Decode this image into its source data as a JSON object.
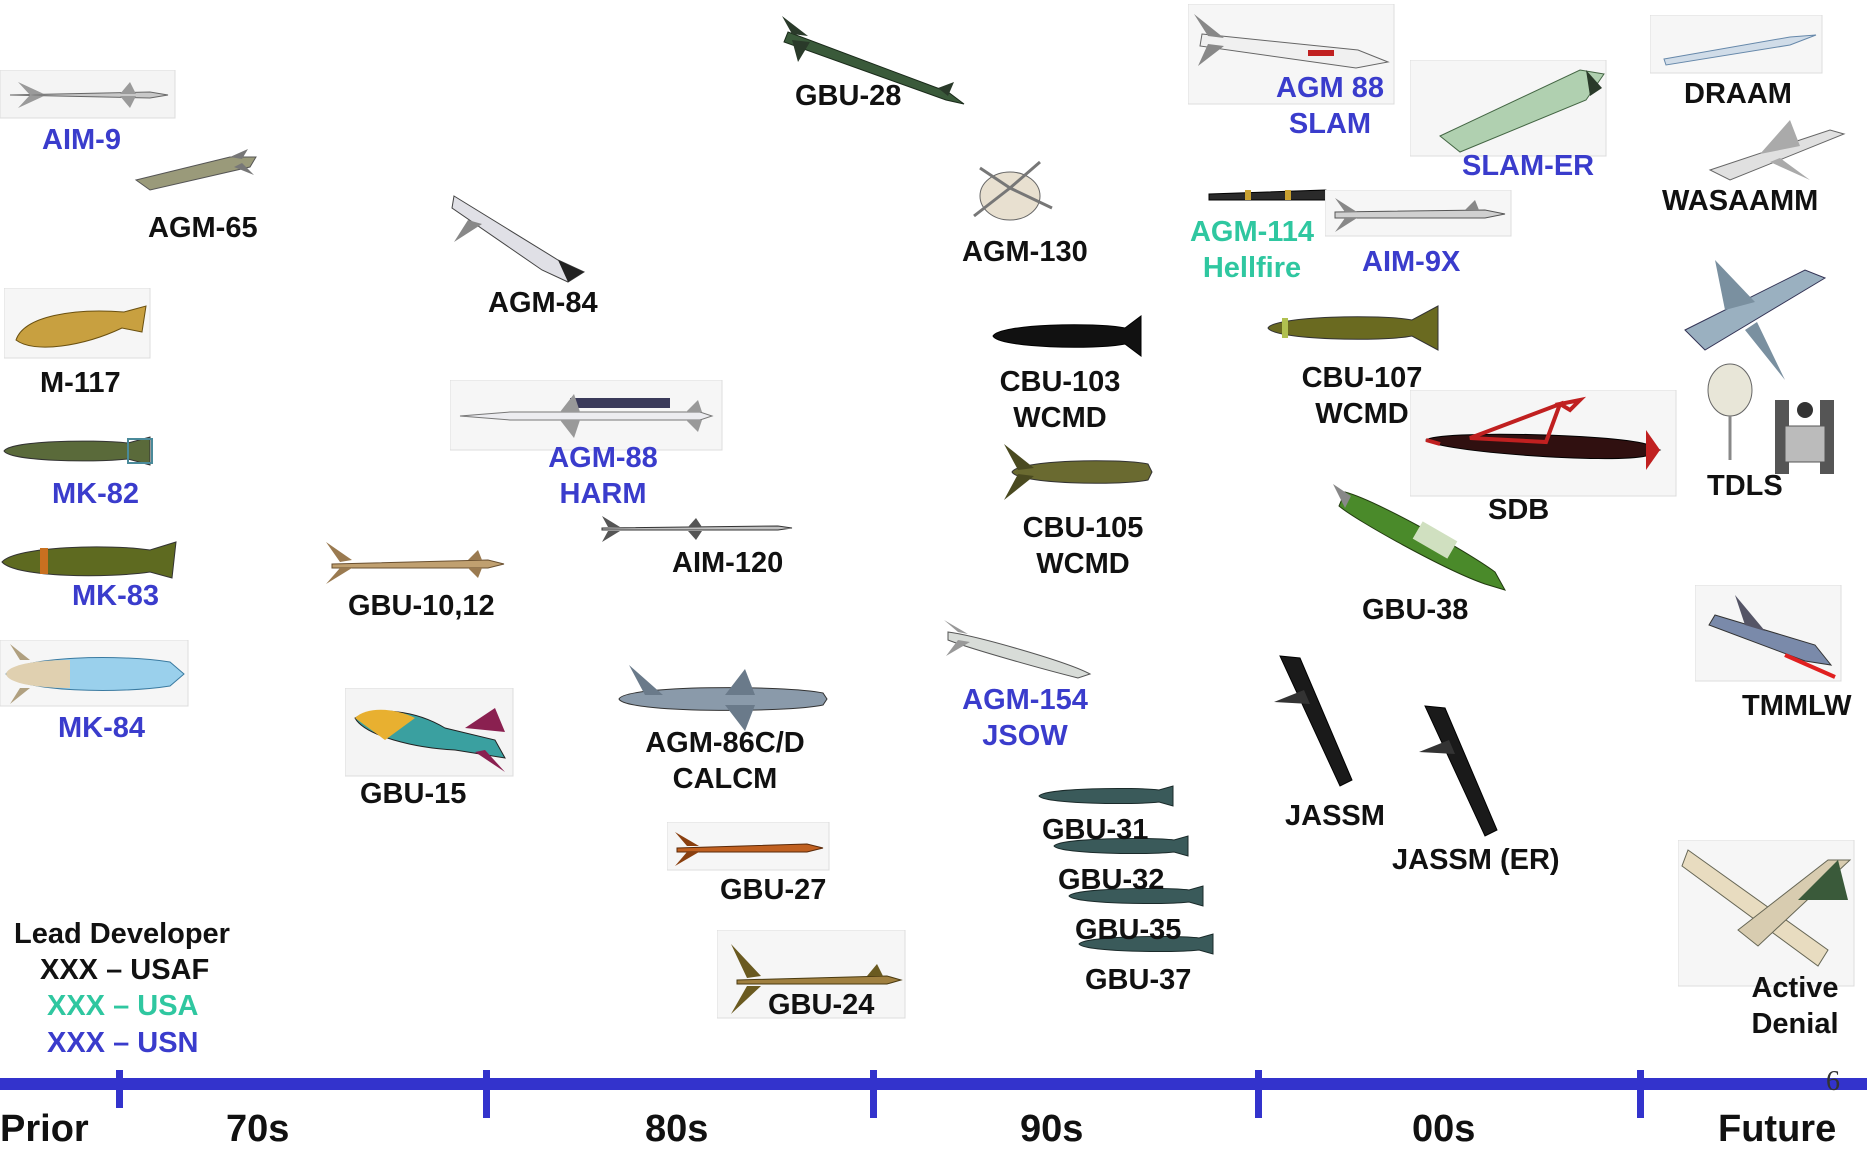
{
  "colors": {
    "usaf": "#111111",
    "usn": "#3a3ccc",
    "usa": "#2fc7a0",
    "timeline": "#3333cc"
  },
  "weapons": {
    "aim9": {
      "lines": [
        "AIM-9"
      ],
      "lead": "usn"
    },
    "agm65": {
      "lines": [
        "AGM-65"
      ],
      "lead": "usaf"
    },
    "m117": {
      "lines": [
        "M-117"
      ],
      "lead": "usaf"
    },
    "mk82": {
      "lines": [
        "MK-82"
      ],
      "lead": "usn"
    },
    "mk83": {
      "lines": [
        "MK-83"
      ],
      "lead": "usn"
    },
    "mk84": {
      "lines": [
        "MK-84"
      ],
      "lead": "usn"
    },
    "gbu1012": {
      "lines": [
        "GBU-10,12"
      ],
      "lead": "usaf"
    },
    "gbu15": {
      "lines": [
        "GBU-15"
      ],
      "lead": "usaf"
    },
    "agm84": {
      "lines": [
        "AGM-84"
      ],
      "lead": "usaf"
    },
    "agm88harm": {
      "lines": [
        "AGM-88",
        "HARM"
      ],
      "lead": "usn"
    },
    "aim120": {
      "lines": [
        "AIM-120"
      ],
      "lead": "usaf"
    },
    "agm86": {
      "lines": [
        "AGM-86C/D",
        "CALCM"
      ],
      "lead": "usaf"
    },
    "gbu27": {
      "lines": [
        "GBU-27"
      ],
      "lead": "usaf"
    },
    "gbu24": {
      "lines": [
        "GBU-24"
      ],
      "lead": "usaf"
    },
    "gbu28": {
      "lines": [
        "GBU-28"
      ],
      "lead": "usaf"
    },
    "agm130": {
      "lines": [
        "AGM-130"
      ],
      "lead": "usaf"
    },
    "cbu103": {
      "lines": [
        "CBU-103",
        "WCMD"
      ],
      "lead": "usaf"
    },
    "cbu105": {
      "lines": [
        "CBU-105",
        "WCMD"
      ],
      "lead": "usaf"
    },
    "agm154": {
      "lines": [
        "AGM-154",
        "JSOW"
      ],
      "lead": "usn"
    },
    "gbu31": {
      "lines": [
        "GBU-31"
      ],
      "lead": "usaf"
    },
    "gbu32": {
      "lines": [
        "GBU-32"
      ],
      "lead": "usaf"
    },
    "gbu35": {
      "lines": [
        "GBU-35"
      ],
      "lead": "usaf"
    },
    "gbu37": {
      "lines": [
        "GBU-37"
      ],
      "lead": "usaf"
    },
    "agm88slam": {
      "lines": [
        "AGM 88",
        "SLAM"
      ],
      "lead": "usn"
    },
    "slamer": {
      "lines": [
        "SLAM-ER"
      ],
      "lead": "usn"
    },
    "agm114": {
      "lines": [
        "AGM-114",
        "Hellfire"
      ],
      "lead": "usa"
    },
    "aim9x": {
      "lines": [
        "AIM-9X"
      ],
      "lead": "usn"
    },
    "cbu107": {
      "lines": [
        "CBU-107",
        "WCMD"
      ],
      "lead": "usaf"
    },
    "sdb": {
      "lines": [
        "SDB"
      ],
      "lead": "usaf"
    },
    "gbu38": {
      "lines": [
        "GBU-38"
      ],
      "lead": "usaf"
    },
    "jassm": {
      "lines": [
        "JASSM"
      ],
      "lead": "usaf"
    },
    "jassmer": {
      "lines": [
        "JASSM (ER)"
      ],
      "lead": "usaf"
    },
    "draam": {
      "lines": [
        "DRAAM"
      ],
      "lead": "usaf"
    },
    "wasaamm": {
      "lines": [
        "WASAAMM"
      ],
      "lead": "usaf"
    },
    "tdls": {
      "lines": [
        "TDLS"
      ],
      "lead": "usaf"
    },
    "tmmlw": {
      "lines": [
        "TMMLW"
      ],
      "lead": "usaf"
    },
    "activedenial": {
      "lines": [
        "Active",
        "Denial"
      ],
      "lead": "usaf"
    }
  },
  "legend": {
    "title": "Lead Developer",
    "usaf": "XXX – USAF",
    "usa": "XXX – USA",
    "usn": "XXX – USN"
  },
  "timeline": {
    "eras": [
      "Prior",
      "70s",
      "80s",
      "90s",
      "00s",
      "Future"
    ]
  },
  "page_number": "6"
}
